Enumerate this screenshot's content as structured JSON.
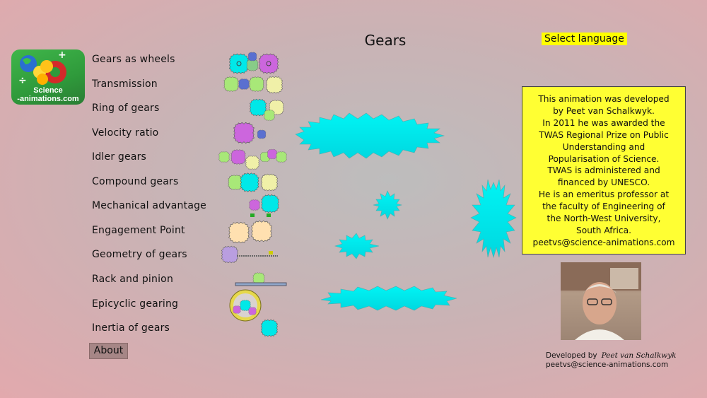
{
  "header": {
    "title": "Gears",
    "language_button": "Select language"
  },
  "logo": {
    "line1": "Science",
    "line2": "-animations.com"
  },
  "menu": [
    {
      "label": "Gears as wheels",
      "thumb": "gears-as-wheels-thumb"
    },
    {
      "label": "Transmission",
      "thumb": "transmission-thumb"
    },
    {
      "label": "Ring of gears",
      "thumb": "ring-of-gears-thumb"
    },
    {
      "label": "Velocity ratio",
      "thumb": "velocity-ratio-thumb"
    },
    {
      "label": "Idler gears",
      "thumb": "idler-gears-thumb"
    },
    {
      "label": "Compound gears",
      "thumb": "compound-gears-thumb"
    },
    {
      "label": "Mechanical advantage",
      "thumb": "mechanical-advantage-thumb"
    },
    {
      "label": "Engagement Point",
      "thumb": "engagement-point-thumb"
    },
    {
      "label": "Geometry of gears",
      "thumb": "geometry-of-gears-thumb"
    },
    {
      "label": "Rack and pinion",
      "thumb": "rack-and-pinion-thumb"
    },
    {
      "label": "Epicyclic gearing",
      "thumb": "epicyclic-gearing-thumb"
    },
    {
      "label": "Inertia of gears",
      "thumb": "inertia-of-gears-thumb"
    }
  ],
  "about_button": "About",
  "info": {
    "lines": [
      "This animation was developed",
      "by Peet van Schalkwyk.",
      "In 2011 he was awarded the",
      "TWAS Regional Prize on Public",
      "Understanding and",
      "Popularisation of Science.",
      "TWAS is administered and",
      "financed by UNESCO.",
      "He is an emeritus professor at",
      "the faculty of Engineering of",
      "the North-West University,",
      "South Africa.",
      "peetvs@science-animations.com"
    ]
  },
  "footer": {
    "developed_by": "Developed by",
    "developer_name": "Peet van Schalkwyk",
    "email": "peetvs@science-animations.com"
  },
  "colors": {
    "gear_cyan": "#00e8e8",
    "gear_magenta": "#cc66dd",
    "gear_yellow": "#f0f0a8",
    "gear_green": "#a8e878",
    "highlight": "#ffff00",
    "about_bg": "#a68686"
  }
}
